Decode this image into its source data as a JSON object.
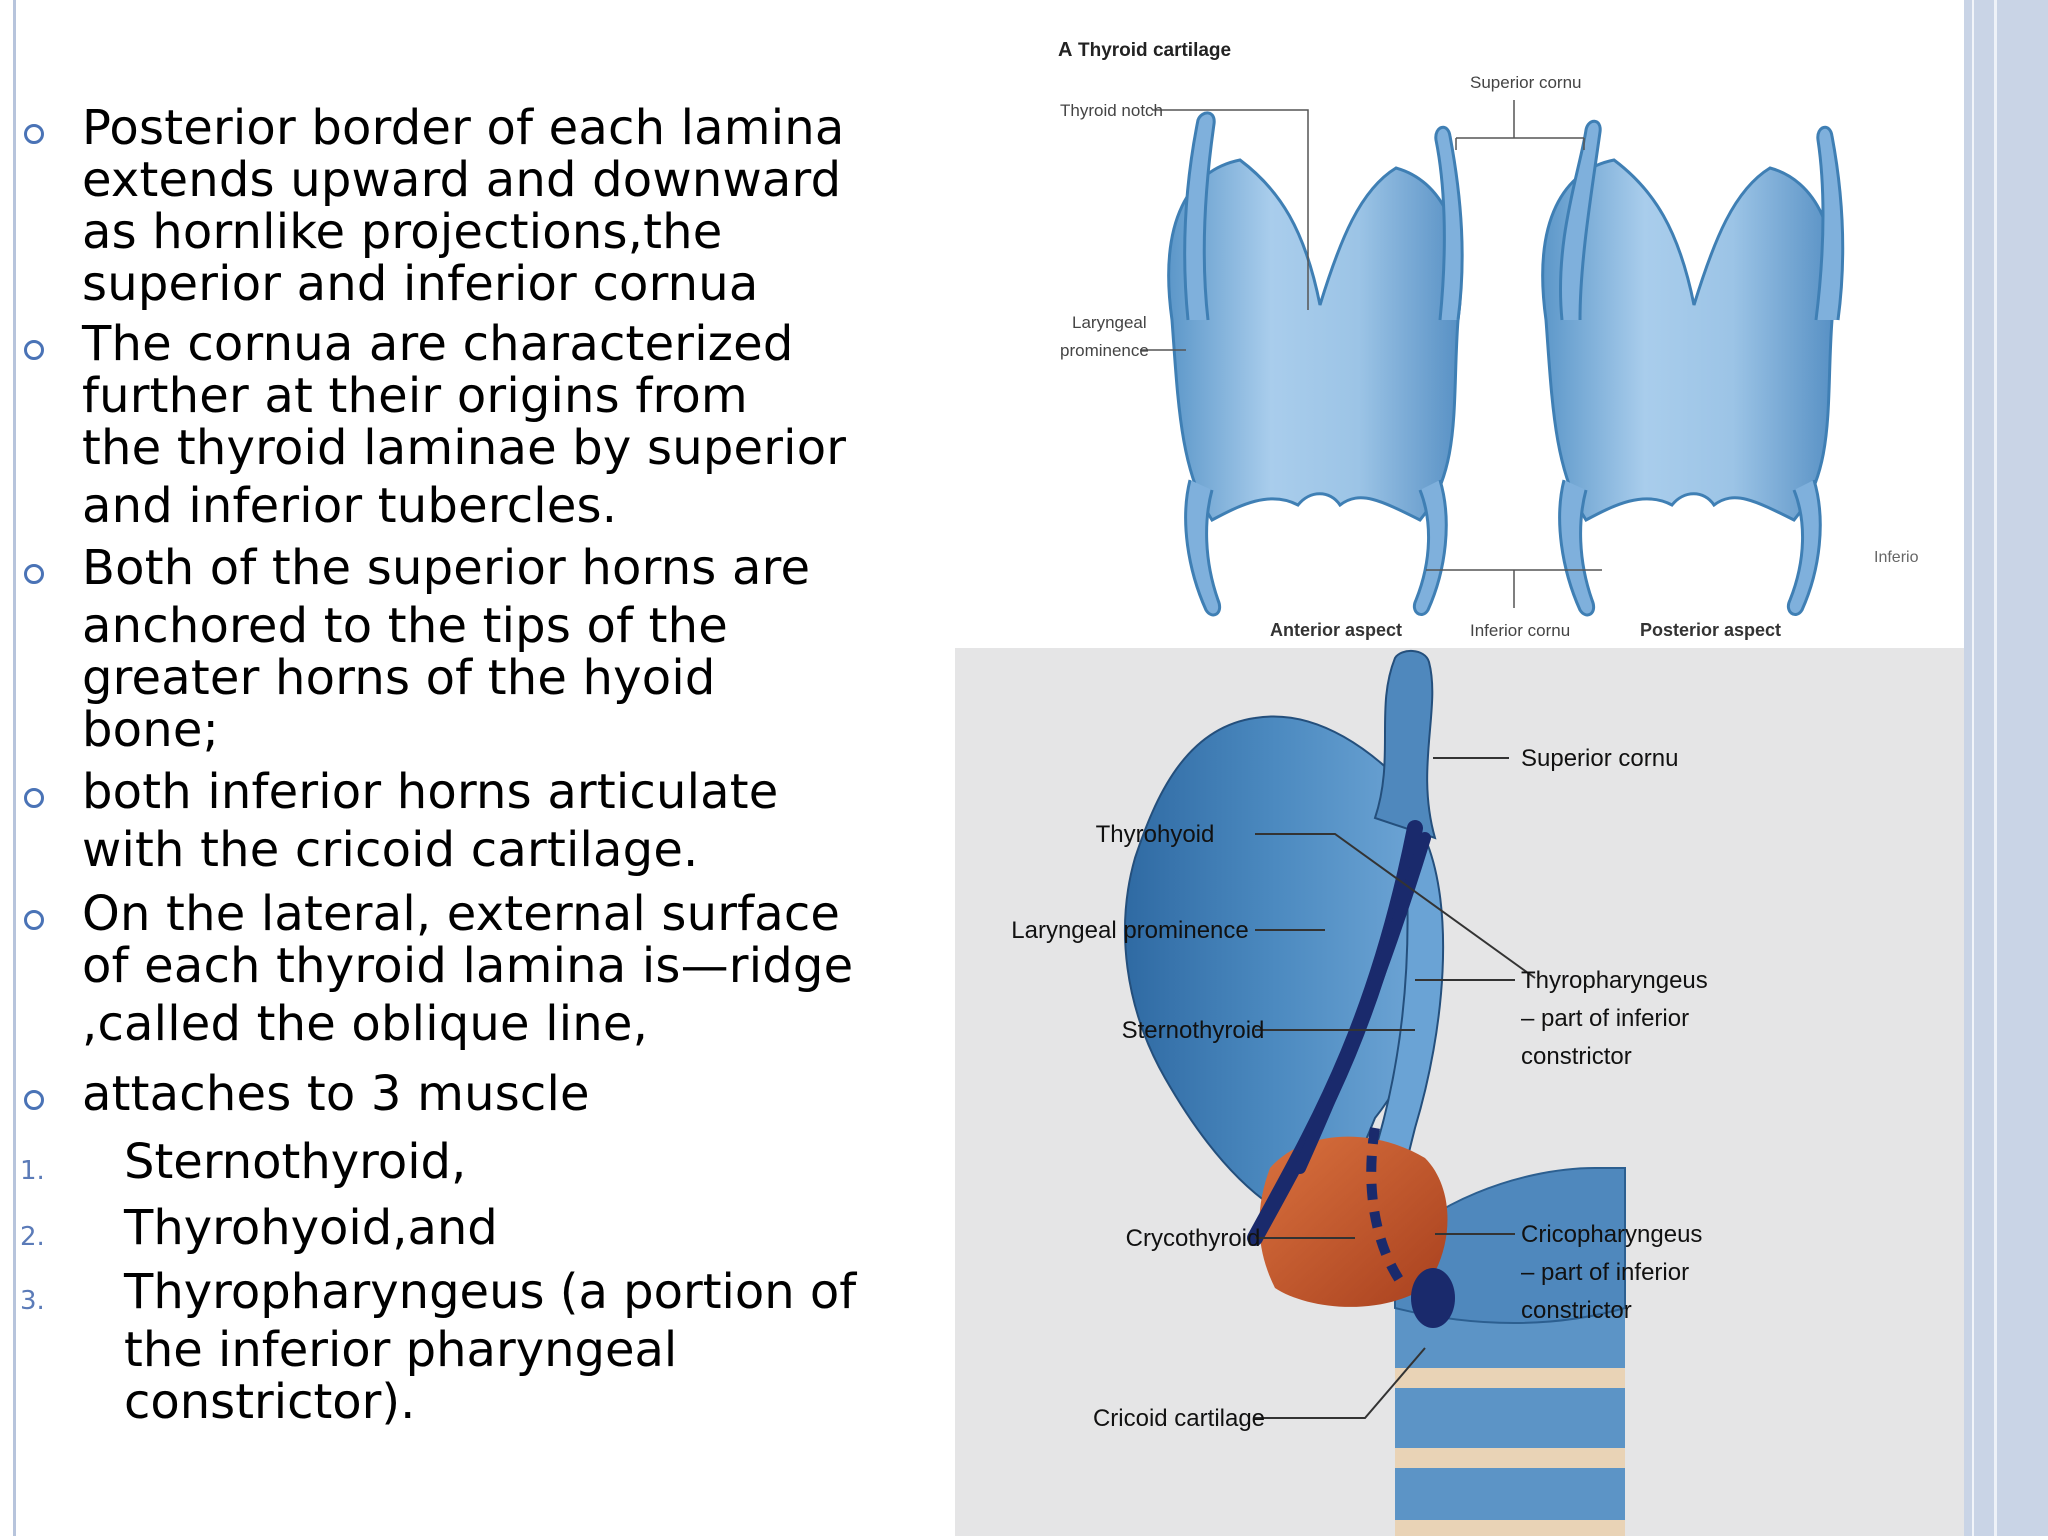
{
  "bullets": [
    {
      "lines": [
        "Posterior  border of each lamina",
        "extends upward and downward",
        "as hornlike projections,the",
        "superior and inferior cornua"
      ]
    },
    {
      "lines": [
        "The cornua are characterized",
        "further at their origins from",
        "the thyroid laminae by superior",
        "and inferior tubercles."
      ]
    },
    {
      "lines": [
        "Both of the superior horns are",
        "anchored to the tips of the",
        "greater horns of the hyoid",
        "bone;"
      ]
    },
    {
      "lines": [
        " both inferior horns articulate",
        "with the cricoid cartilage."
      ]
    },
    {
      "lines": [
        "On the lateral, external surface",
        "of each thyroid lamina is—ridge",
        ",called the oblique line,"
      ]
    },
    {
      "lines": [
        "attaches to 3 muscle"
      ]
    }
  ],
  "numbered": [
    {
      "marker": "1.",
      "lines": [
        " Sternothyroid,"
      ]
    },
    {
      "marker": "2.",
      "lines": [
        "Thyrohyoid,and"
      ]
    },
    {
      "marker": "3.",
      "lines": [
        "Thyropharyngeus (a portion of",
        "the inferior pharyngeal",
        "constrictor)."
      ]
    }
  ],
  "figure_a": {
    "title_letter": "A",
    "title": "Thyroid cartilage",
    "labels": {
      "thyroid_notch": "Thyroid notch",
      "superior_cornu": "Superior cornu",
      "laryngeal_prominence_1": "Laryngeal",
      "laryngeal_prominence_2": "prominence",
      "anterior_aspect": "Anterior aspect",
      "inferior_cornu": "Inferior cornu",
      "posterior_aspect": "Posterior aspect",
      "cut_off": "Inferio"
    }
  },
  "figure_b": {
    "labels": {
      "superior_cornu": "Superior cornu",
      "thyrohyoid": "Thyrohyoid",
      "laryngeal_prominence": "Laryngeal prominence",
      "sternothyroid": "Sternothyroid",
      "thyropharyngeus_1": "Thyropharyngeus",
      "thyropharyngeus_2": "– part of inferior",
      "thyropharyngeus_3": "constrictor",
      "crycothyroid": "Crycothyroid",
      "cricopharyngeus_1": "Cricopharyngeus",
      "cricopharyngeus_2": "– part of inferior",
      "cricopharyngeus_3": "constrictor",
      "cricoid_cartilage": "Cricoid cartilage"
    }
  },
  "colors": {
    "bullet": "#4a73b6",
    "cartilage": "#7fb0dc",
    "cartilage_dark": "#3f7fb4",
    "muscle": "#c8552a",
    "muscle_line": "#1a2a6c"
  }
}
